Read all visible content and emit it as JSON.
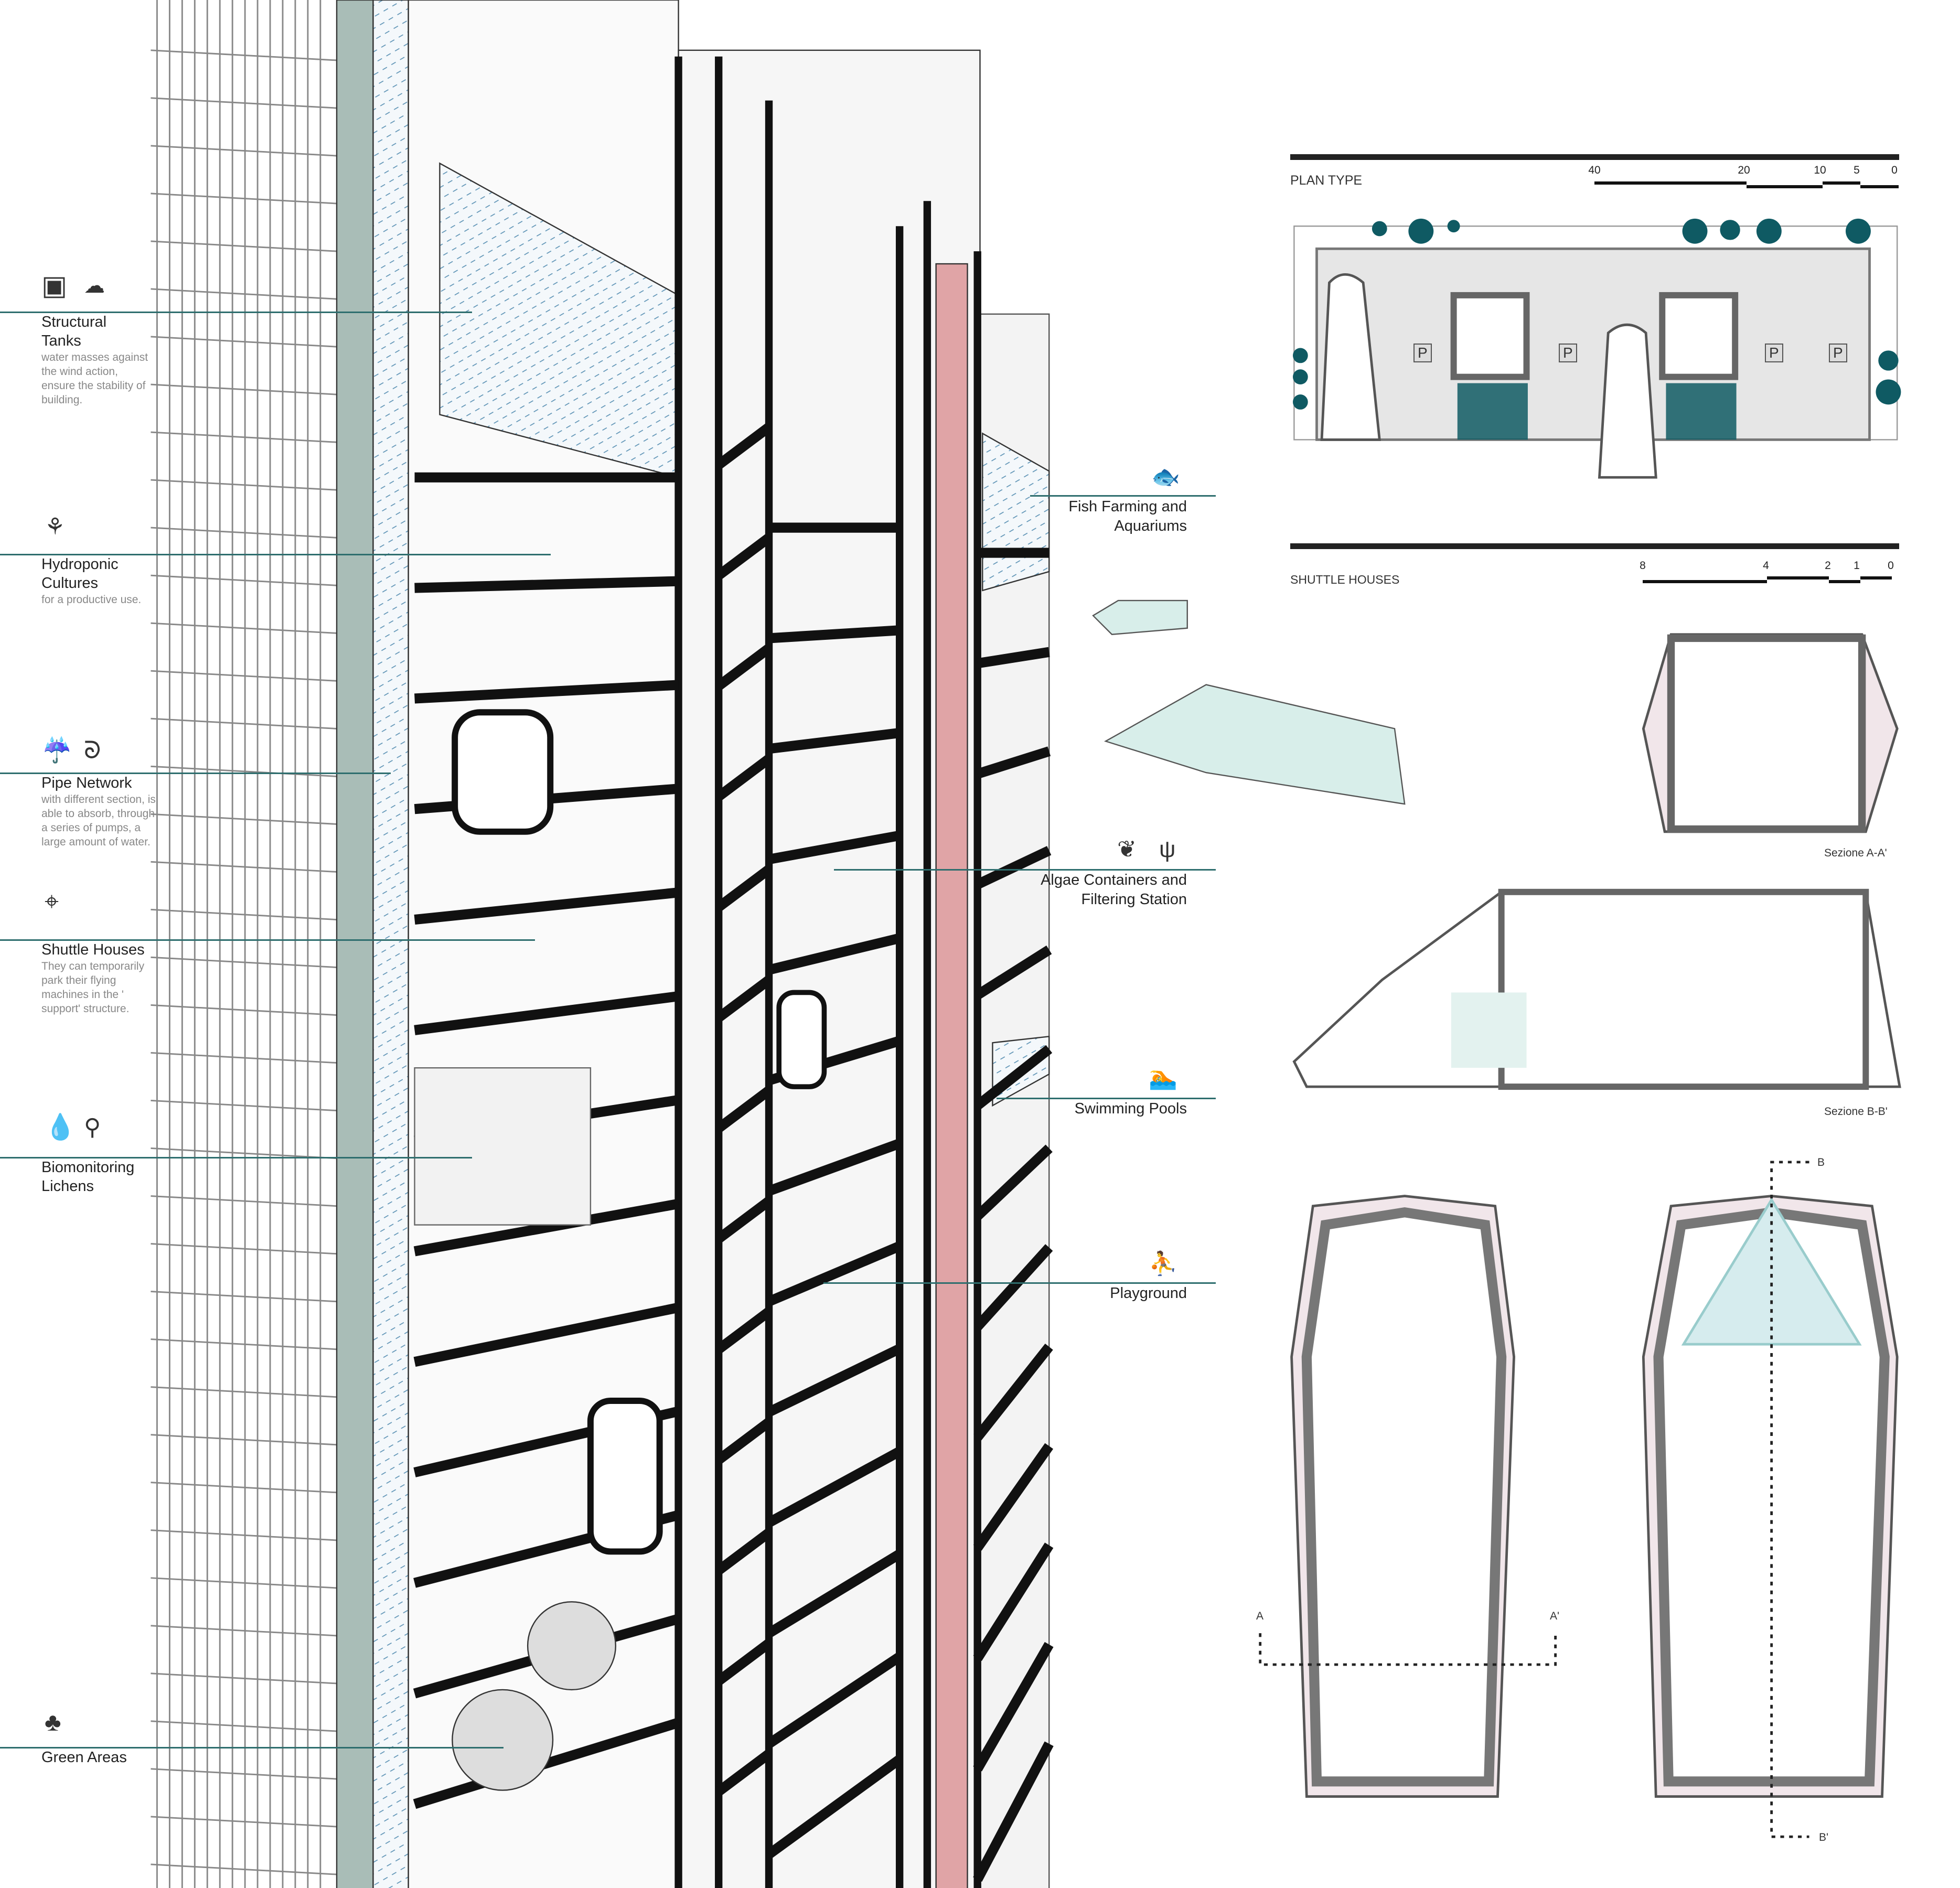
{
  "left_labels": [
    {
      "title": "Structural Tanks",
      "desc": "water masses against the wind action, ensure the stability of building.",
      "icons": [
        "water-tank-icon",
        "wind-icon"
      ]
    },
    {
      "title": "Hydroponic Cultures",
      "desc": "for a productive use.",
      "icons": [
        "plant-pot-icon"
      ]
    },
    {
      "title": "Pipe Network",
      "desc": "with different section, is able to absorb, through a series of pumps, a large amount of water.",
      "icons": [
        "rain-cloud-icon",
        "pipe-icon"
      ]
    },
    {
      "title": "Shuttle Houses",
      "desc": "They can temporarily park their flying machines in the ' support' structure.",
      "icons": [
        "landing-pad-icon"
      ]
    },
    {
      "title": "Biomonitoring Lichens",
      "desc": "",
      "icons": [
        "water-drop-icon",
        "faucet-icon"
      ]
    },
    {
      "title": "Green Areas",
      "desc": "",
      "icons": [
        "tree-icon"
      ]
    }
  ],
  "right_labels": [
    {
      "title": "Fish Farming and Aquariums",
      "icons": [
        "fish-icon"
      ]
    },
    {
      "title": "Algae Containers and Filtering Station",
      "icons": [
        "lungs-icon",
        "seaweed-icon"
      ]
    },
    {
      "title": "Swimming Pools",
      "icons": [
        "swimmer-icon"
      ]
    },
    {
      "title": "Playground",
      "icons": [
        "children-icon"
      ]
    }
  ],
  "plan_type": {
    "title": "PLAN TYPE",
    "scale": [
      "40",
      "20",
      "10",
      "5",
      "0"
    ],
    "parking": [
      "P",
      "P",
      "P",
      "P"
    ]
  },
  "shuttle_houses": {
    "title": "SHUTTLE HOUSES",
    "scale": [
      "8",
      "4",
      "2",
      "1",
      "0"
    ],
    "section_aa": "Sezione A-A'",
    "section_bb": "Sezione B-B'",
    "marks": {
      "a": "A",
      "a2": "A'",
      "b": "B",
      "b2": "B'"
    }
  },
  "colors": {
    "teal": "#2e6e6e",
    "green_column": "#a9bdb7",
    "pink_column": "#e0a4a6",
    "water": "#cfe4ec",
    "tree": "#0f5a63"
  }
}
